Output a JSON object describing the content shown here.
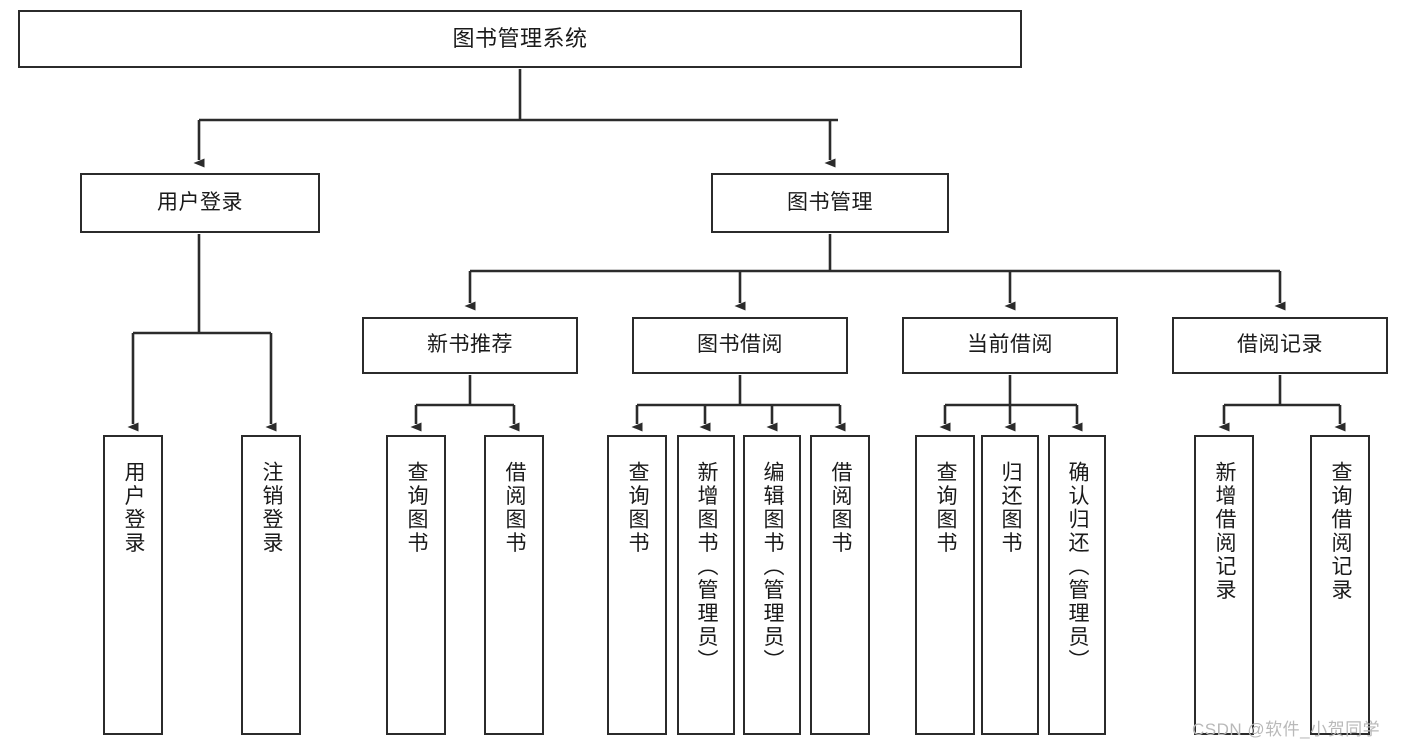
{
  "diagram": {
    "title": "图书管理系统",
    "type": "tree-hierarchy-chart",
    "orientation": "top-down",
    "colors": {
      "box_border": "#2b2b2b",
      "box_fill": "#ffffff",
      "connector": "#2b2b2b",
      "background": "#ffffff",
      "watermark": "#b9b9b9"
    }
  },
  "nodes": {
    "root": {
      "label": "图书管理系统"
    },
    "level2": [
      {
        "label": "用户登录"
      },
      {
        "label": "图书管理"
      }
    ],
    "level3": [
      {
        "label": "新书推荐"
      },
      {
        "label": "图书借阅"
      },
      {
        "label": "当前借阅"
      },
      {
        "label": "借阅记录"
      }
    ],
    "leaves": {
      "user_login": [
        {
          "label": "用户登录"
        },
        {
          "label": "注销登录"
        }
      ],
      "new_book_recommend": [
        {
          "label": "查询图书"
        },
        {
          "label": "借阅图书"
        }
      ],
      "book_borrow": [
        {
          "label": "查询图书"
        },
        {
          "label": "新增图书（管理员）"
        },
        {
          "label": "编辑图书（管理员）"
        },
        {
          "label": "借阅图书"
        }
      ],
      "current_borrow": [
        {
          "label": "查询图书"
        },
        {
          "label": "归还图书"
        },
        {
          "label": "确认归还（管理员）"
        }
      ],
      "borrow_record": [
        {
          "label": "新增借阅记录"
        },
        {
          "label": "查询借阅记录"
        }
      ]
    }
  },
  "watermark": {
    "text": "CSDN @软件_小贺同学"
  }
}
